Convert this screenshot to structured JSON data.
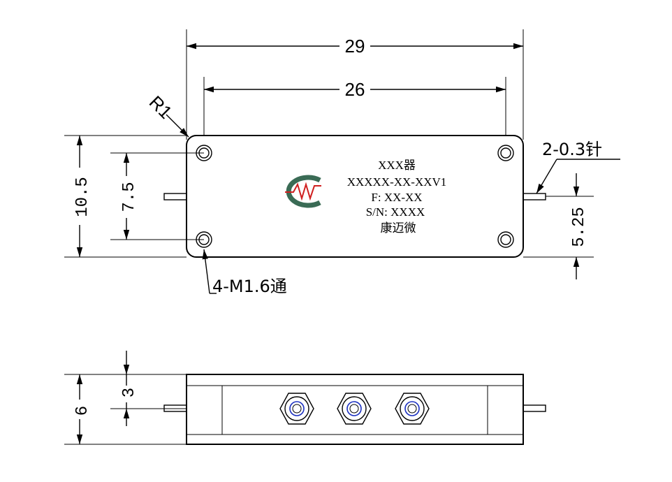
{
  "dimensions": {
    "overall_width": "29",
    "hole_spacing": "26",
    "corner_radius": "R1",
    "overall_height": "10.5",
    "hole_vertical_spacing": "7.5",
    "pin_offset": "5.25",
    "side_height": "6",
    "side_pin_height": "3"
  },
  "callouts": {
    "pins": "2-0.3针",
    "holes": "4-M1.6通"
  },
  "nameplate": {
    "line1": "XXX器",
    "line2": "XXXXX-XX-XXV1",
    "line3": "F: XX-XX",
    "line4": "S/N: XXXX",
    "line5": "康迈微"
  },
  "colors": {
    "logo_ring": "#3a6b55",
    "logo_wave": "#d02020",
    "connector_inner": "#1a2fc0"
  }
}
